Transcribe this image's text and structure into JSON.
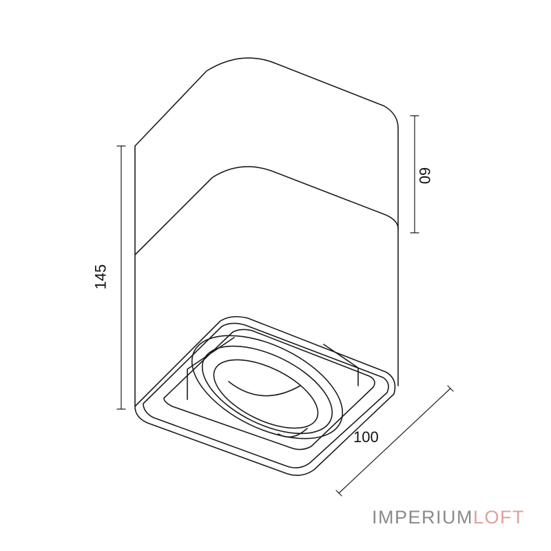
{
  "dimensions": {
    "height_total": "145",
    "height_upper": "60",
    "width": "100"
  },
  "brand": {
    "part1": "IMPERIUM",
    "part2": "LOFT",
    "color_part1": "#8a8a8a",
    "color_part2": "#e0a09a"
  }
}
